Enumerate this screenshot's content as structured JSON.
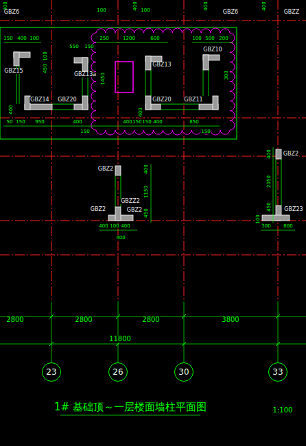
{
  "diagram": {
    "title": "1# 基础顶～一层楼面墙柱平面图",
    "nodes": [
      {
        "text": [
          "23"
        ]
      },
      {
        "text": [
          "26"
        ]
      },
      {
        "text": [
          "30"
        ]
      },
      {
        "text": [
          "33"
        ]
      }
    ],
    "labels": [
      "400",
      "GBZ6",
      "100",
      "400",
      "100",
      "400",
      "GBZ6",
      "400",
      "GBZZ",
      "150",
      "400",
      "100",
      "550",
      "150",
      "250",
      "1200",
      "600",
      "100",
      "500",
      "200",
      "GBZ15",
      "100",
      "450",
      "GBZ13a",
      "1450",
      "GBZ13",
      "GBZ10",
      "300",
      "400",
      "GBZ14",
      "GBZ20",
      "GBZ20",
      "400",
      "GBZ11",
      "50",
      "150",
      "950",
      "400",
      "150",
      "400",
      "150",
      "150",
      "400",
      "850",
      "150",
      "GBZ2",
      "400",
      "1150",
      "450",
      "GBZ2",
      "GBZZ2",
      "GBZ2",
      "400",
      "100",
      "400",
      "400",
      "GBZ2",
      "400",
      "2050",
      "450",
      "100",
      "GBZ23",
      "300",
      "800",
      "2800",
      "2800",
      "2800",
      "3800",
      "11800",
      "1:100"
    ]
  }
}
